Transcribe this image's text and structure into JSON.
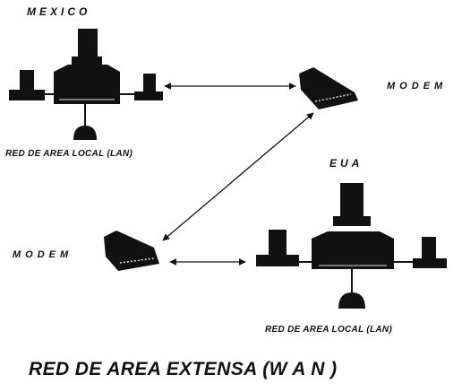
{
  "labels": {
    "mexico": "MEXICO",
    "eua": "EUA",
    "modem_right": "MODEM",
    "modem_left": "MODEM",
    "lan_mexico": "RED DE AREA LOCAL (LAN)",
    "lan_eua": "RED DE AREA LOCAL (LAN)",
    "title": "RED DE AREA EXTENSA (W A N )"
  },
  "colors": {
    "ink": "#111111",
    "background": "#ffffff",
    "modem_light": "#d8d8d8"
  },
  "icons": [
    "computer-icon",
    "terminal-icon",
    "modem-icon",
    "printer-icon"
  ]
}
